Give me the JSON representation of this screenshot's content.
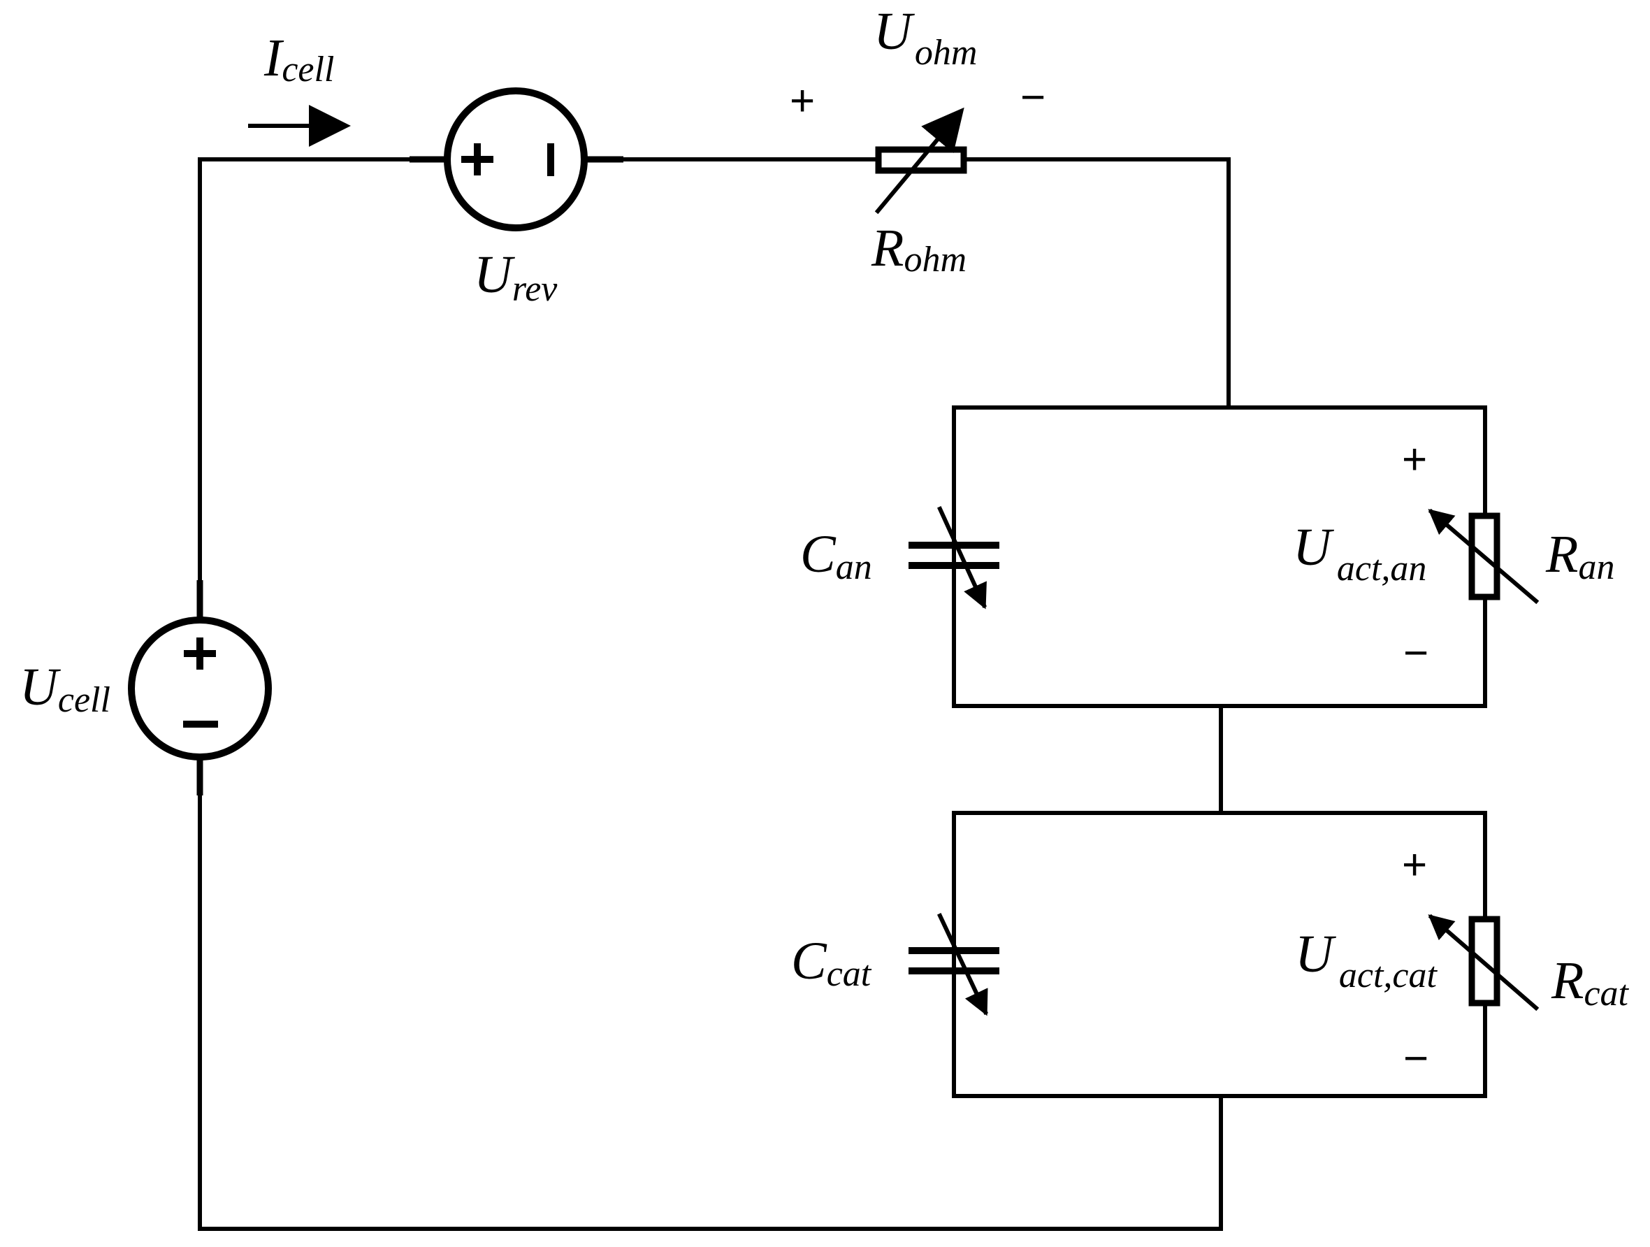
{
  "labels": {
    "i_cell": {
      "main": "I",
      "sub": "cell"
    },
    "u_rev": {
      "main": "U",
      "sub": "rev"
    },
    "u_ohm": {
      "main": "U",
      "sub": "ohm"
    },
    "r_ohm": {
      "main": "R",
      "sub": "ohm"
    },
    "u_cell": {
      "main": "U",
      "sub": "cell"
    },
    "c_an": {
      "main": "C",
      "sub": "an"
    },
    "u_act_an": {
      "main": "U",
      "sub": "act,an"
    },
    "r_an": {
      "main": "R",
      "sub": "an"
    },
    "c_cat": {
      "main": "C",
      "sub": "cat"
    },
    "u_act_cat": {
      "main": "U",
      "sub": "act,cat"
    },
    "r_cat": {
      "main": "R",
      "sub": "cat"
    }
  },
  "signs": {
    "plus": "+",
    "minus": "−"
  }
}
